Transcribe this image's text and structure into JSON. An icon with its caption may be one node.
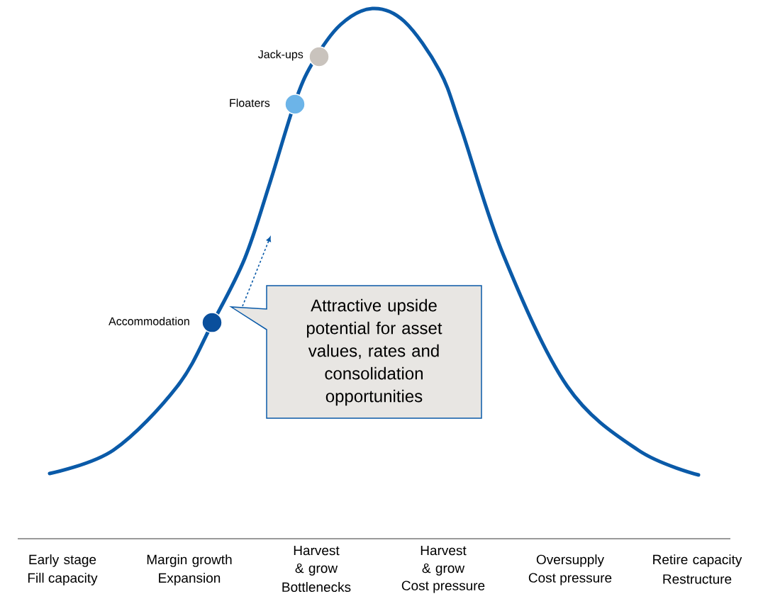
{
  "diagram": {
    "nodes": [
      {
        "text": [],
        "shape": "circle",
        "beside": [
          "Jack-ups"
        ]
      },
      {
        "text": [],
        "shape": "circle",
        "beside": [
          "Floaters"
        ]
      },
      {
        "text": [],
        "shape": "circle",
        "beside": [
          "Accommodation"
        ]
      },
      {
        "text": [
          "Attractive upside potential for asset values, rates and consolidation opportunities"
        ]
      }
    ],
    "labels": [
      "Early stage",
      "Fill capacity",
      "Margin growth",
      "Expansion",
      "Harvest & grow",
      "Bottlenecks",
      "Harvest & grow",
      "Cost pressure",
      "Oversupply",
      "Cost pressure",
      "Retire capacity",
      "Restructure"
    ]
  }
}
